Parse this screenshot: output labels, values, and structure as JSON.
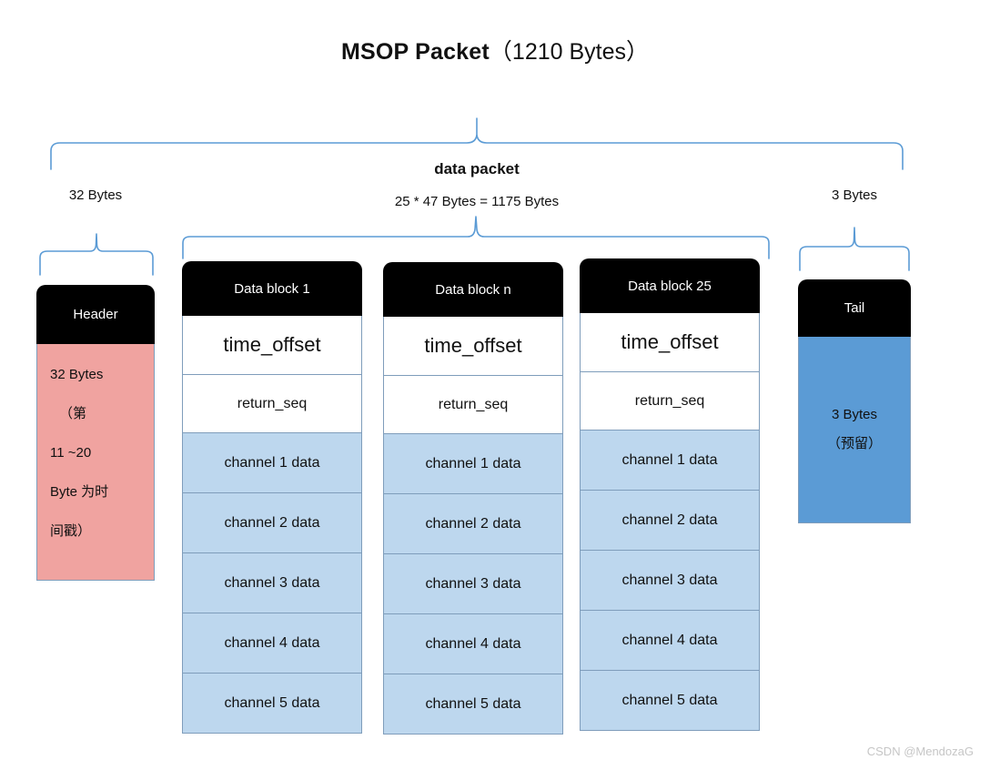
{
  "title": {
    "main": "MSOP Packet",
    "suffix": "（1210 Bytes）"
  },
  "overview": {
    "data_packet_label": "data packet",
    "header_size": "32 Bytes",
    "data_size": "25 * 47 Bytes = 1175 Bytes",
    "tail_size": "3 Bytes"
  },
  "header_block": {
    "title": "Header",
    "lines": [
      "32 Bytes",
      "（第",
      "11 ~20",
      "Byte 为时",
      "间戳）"
    ]
  },
  "data_blocks": [
    {
      "title": "Data block 1",
      "rows": [
        "time_offset",
        "return_seq",
        "channel 1 data",
        "channel 2 data",
        "channel 3 data",
        "channel 4 data",
        "channel 5 data"
      ]
    },
    {
      "title": "Data block n",
      "rows": [
        "time_offset",
        "return_seq",
        "channel 1 data",
        "channel 2 data",
        "channel 3 data",
        "channel 4 data",
        "channel 5 data"
      ]
    },
    {
      "title": "Data block 25",
      "rows": [
        "time_offset",
        "return_seq",
        "channel 1 data",
        "channel 2 data",
        "channel 3 data",
        "channel 4 data",
        "channel 5 data"
      ]
    }
  ],
  "tail_block": {
    "title": "Tail",
    "lines": [
      "3 Bytes",
      "（预留）"
    ]
  },
  "watermark": "CSDN @MendozaG",
  "colors": {
    "header_fill": "#f0a3a0",
    "tail_fill": "#5b9bd5",
    "channel_fill": "#bdd7ee",
    "row_fill": "#ffffff",
    "block_head_fill": "#000000",
    "brace_stroke": "#5b9bd5",
    "border": "#7f9dbb",
    "watermark": "#c6c6c6"
  }
}
